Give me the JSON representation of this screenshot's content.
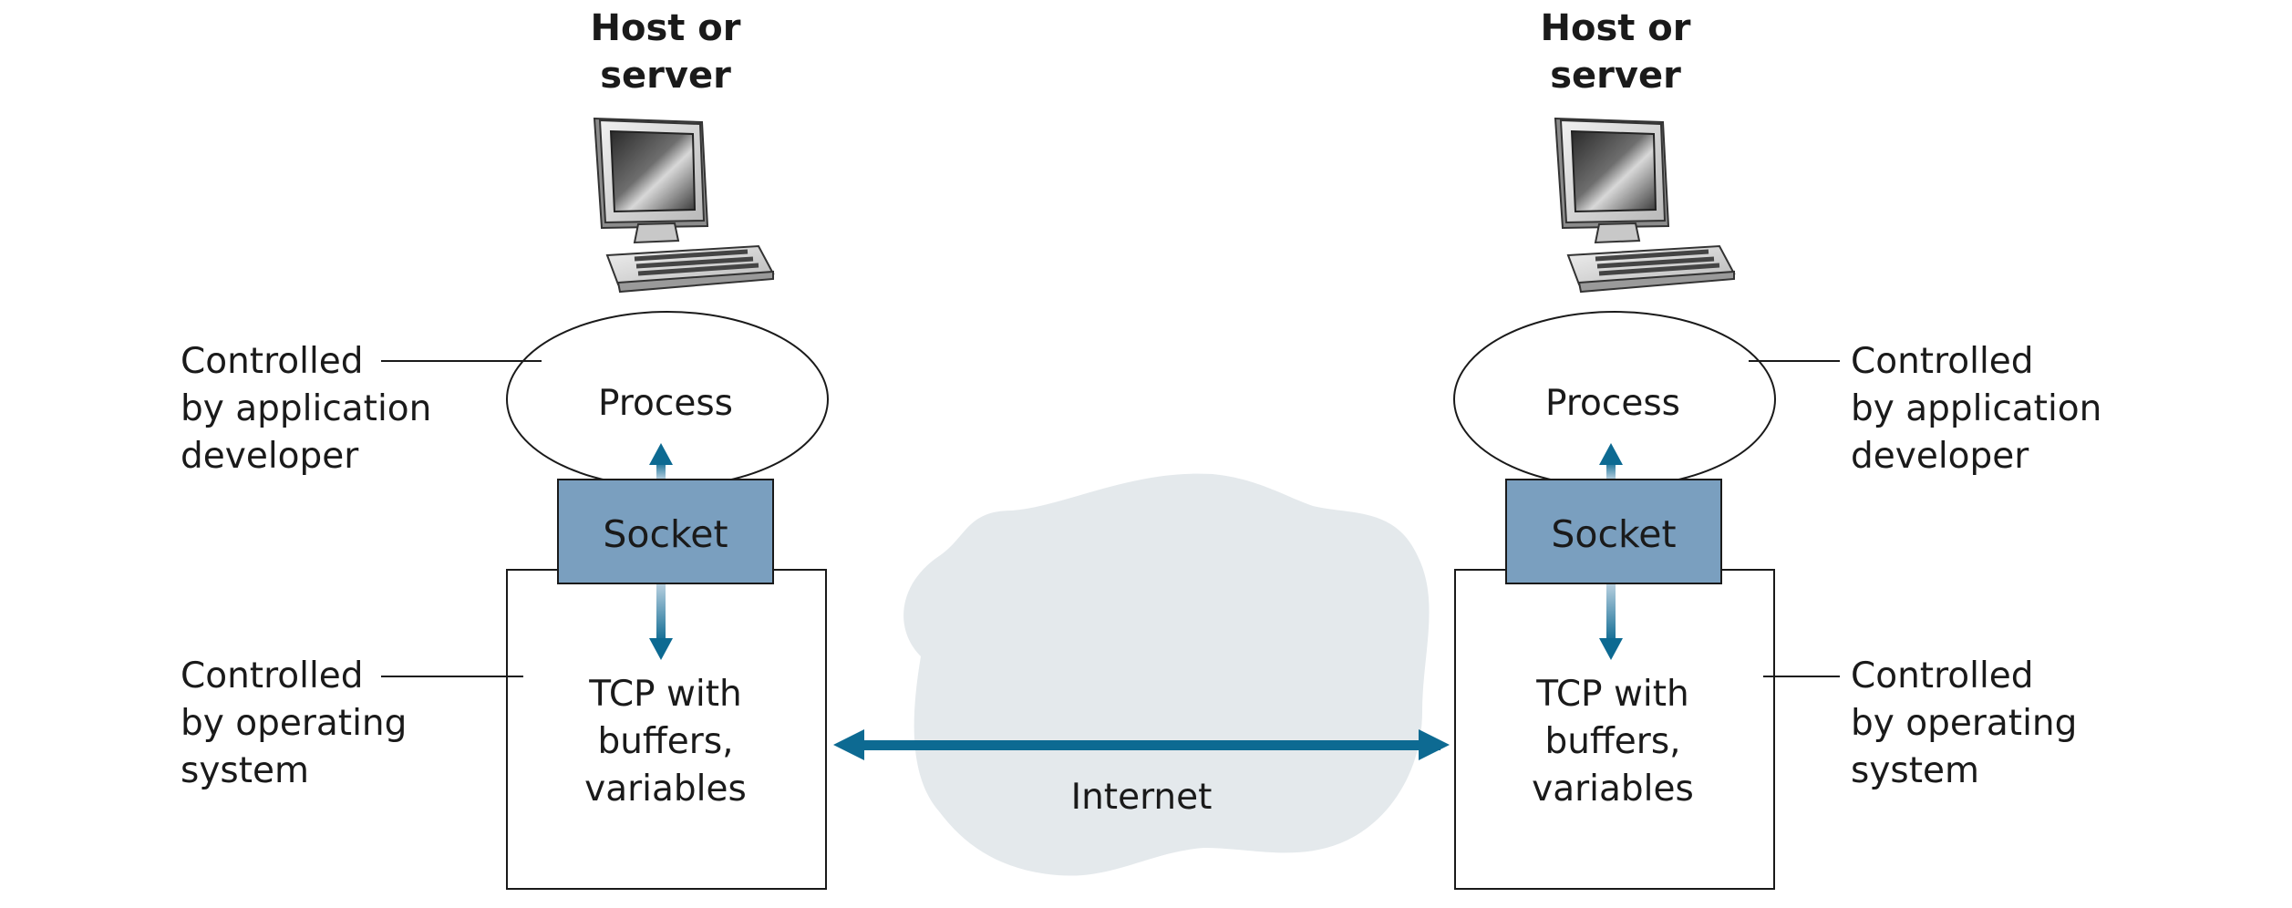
{
  "left_host": {
    "title_line1": "Host or",
    "title_line2": "server",
    "process_label": "Process",
    "socket_label": "Socket",
    "tcp_line1": "TCP with",
    "tcp_line2": "buffers,",
    "tcp_line3": "variables",
    "app_note_line1": "Controlled",
    "app_note_line2": "by application",
    "app_note_line3": "developer",
    "os_note_line1": "Controlled",
    "os_note_line2": "by operating",
    "os_note_line3": "system"
  },
  "right_host": {
    "title_line1": "Host or",
    "title_line2": "server",
    "process_label": "Process",
    "socket_label": "Socket",
    "tcp_line1": "TCP with",
    "tcp_line2": "buffers,",
    "tcp_line3": "variables",
    "app_note_line1": "Controlled",
    "app_note_line2": "by application",
    "app_note_line3": "developer",
    "os_note_line1": "Controlled",
    "os_note_line2": "by operating",
    "os_note_line3": "system"
  },
  "network": {
    "label": "Internet"
  },
  "colors": {
    "socket_fill": "#7a9fbf",
    "arrow": "#0d6a92",
    "cloud": "#e4e9ec",
    "outline": "#1a1a1a"
  }
}
